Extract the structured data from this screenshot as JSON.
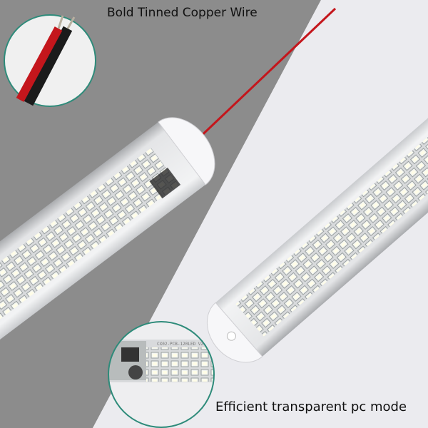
{
  "captions": {
    "top": "Bold Tinned Copper Wire",
    "bottom": "Efficient transparent pc mode"
  },
  "pcb_label": "CX02-PCB-120LED V2",
  "colors": {
    "background_dark": "#8c8c8c",
    "background_light": "#ebebef",
    "circle_border": "#2e8b7a",
    "wire_red": "#c4161c"
  }
}
